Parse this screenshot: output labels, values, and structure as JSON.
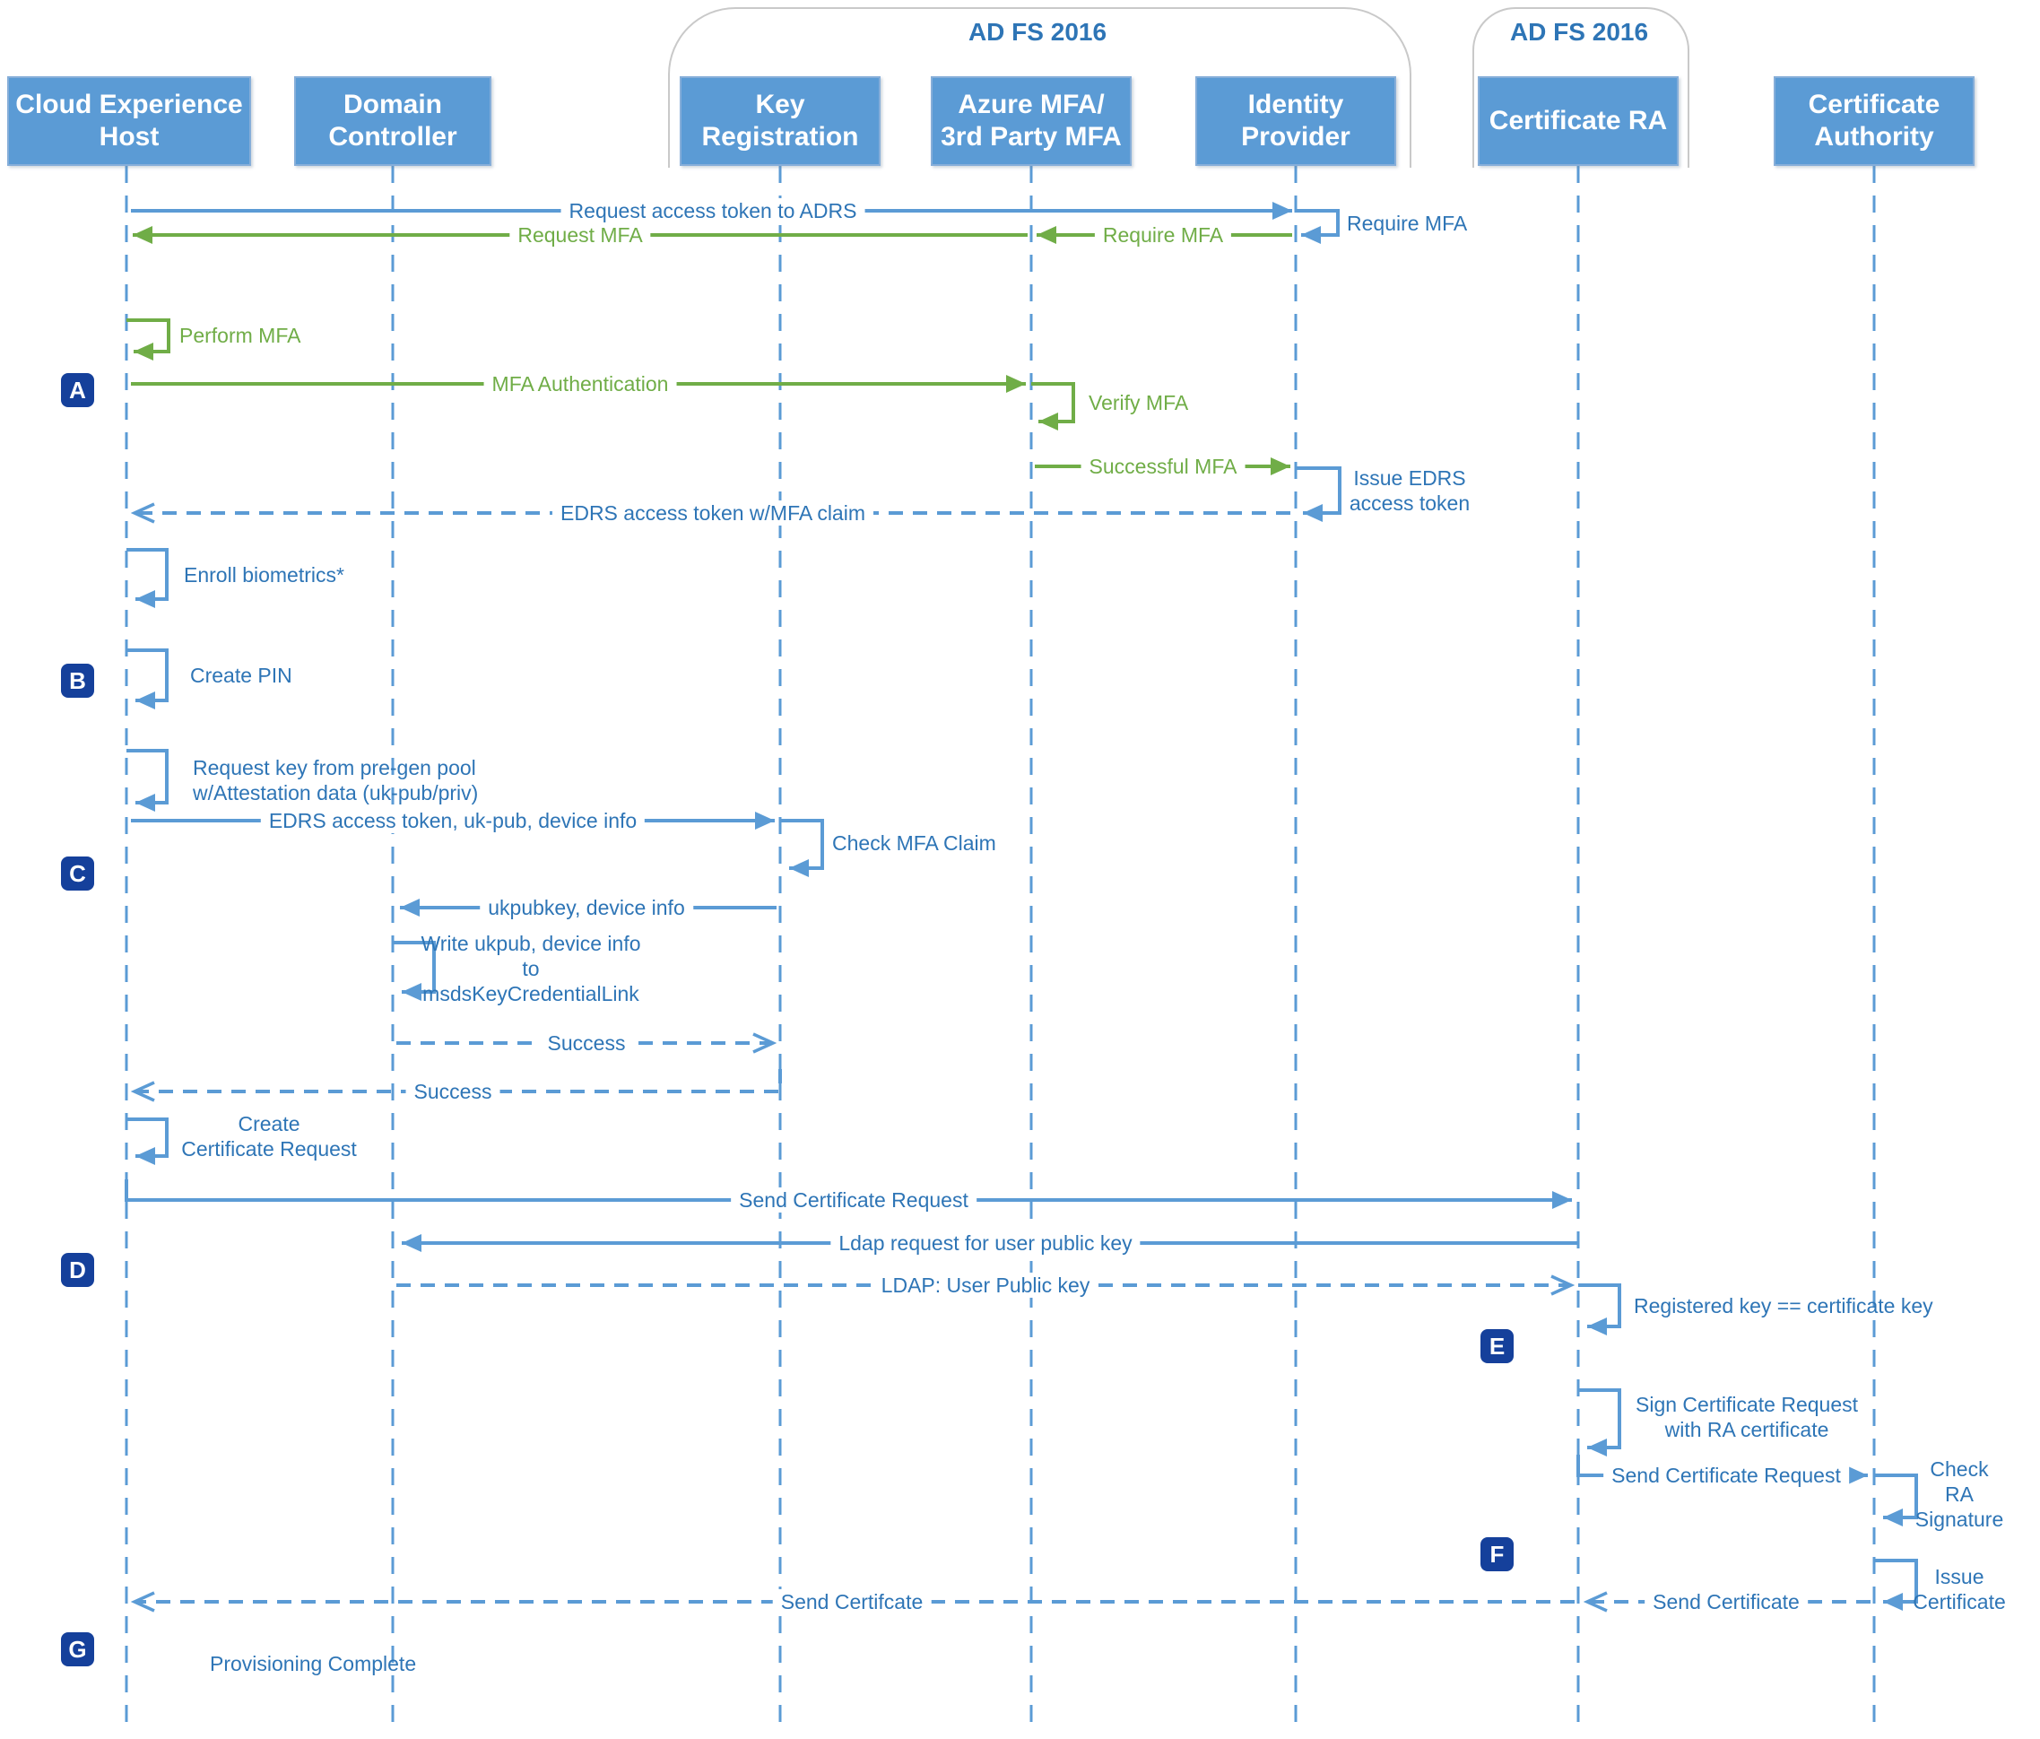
{
  "colors": {
    "blue": "#5B9BD5",
    "green": "#70AD47",
    "label-blue": "#2E75B6",
    "marker-bg": "#15409B",
    "actor-text": "#FFFFFF",
    "bracket-border": "#C9C9C9"
  },
  "groups": [
    {
      "label": "AD FS 2016"
    },
    {
      "label": "AD FS 2016"
    }
  ],
  "actors": [
    {
      "label": "Cloud Experience\nHost"
    },
    {
      "label": "Domain\nController"
    },
    {
      "label": "Key\nRegistration"
    },
    {
      "label": "Azure MFA/\n3rd Party MFA"
    },
    {
      "label": "Identity\nProvider"
    },
    {
      "label": "Certificate RA"
    },
    {
      "label": "Certificate\nAuthority"
    }
  ],
  "markers": [
    {
      "label": "A"
    },
    {
      "label": "B"
    },
    {
      "label": "C"
    },
    {
      "label": "D"
    },
    {
      "label": "E"
    },
    {
      "label": "F"
    },
    {
      "label": "G"
    }
  ],
  "labels": {
    "request_adrs": "Request access token to ADRS",
    "require_mfa_self": "Require MFA",
    "request_mfa": "Request MFA",
    "require_mfa_green": "Require MFA",
    "perform_mfa": "Perform MFA",
    "mfa_authentication": "MFA Authentication",
    "verify_mfa": "Verify MFA",
    "successful_mfa": "Successful MFA",
    "issue_edrs": "Issue EDRS\naccess token",
    "edrs_claim": "EDRS access token w/MFA claim",
    "enroll_biometrics": "Enroll biometrics*",
    "create_pin": "Create PIN",
    "request_key": "Request key from pre-gen pool\nw/Attestation data (uk-pub/priv)",
    "edrs_ukpub": "EDRS access token, uk-pub, device info",
    "check_mfa_claim": "Check MFA Claim",
    "ukpubkey": "ukpubkey, device info",
    "write_ukpub": "Write ukpub, device info\nto\nmsdsKeyCredentialLink",
    "success_dc_kr": "Success",
    "success_kr_ceh": "Success",
    "create_cert_request": "Create\nCertificate Request",
    "send_cert_request": "Send Certificate Request",
    "ldap_request": "Ldap request for user public key",
    "ldap_user_public_key": "LDAP: User Public key",
    "registered_key": "Registered key == certificate key",
    "sign_cert_request": "Sign Certificate Request\nwith RA certificate",
    "send_cert_request_ca": "Send Certificate Request",
    "check_ra_signature": "Check\nRA Signature",
    "issue_certificate": "Issue\nCertificate",
    "send_certifcate": "Send Certifcate",
    "send_certificate": "Send Certificate",
    "provisioning_complete": "Provisioning Complete"
  }
}
